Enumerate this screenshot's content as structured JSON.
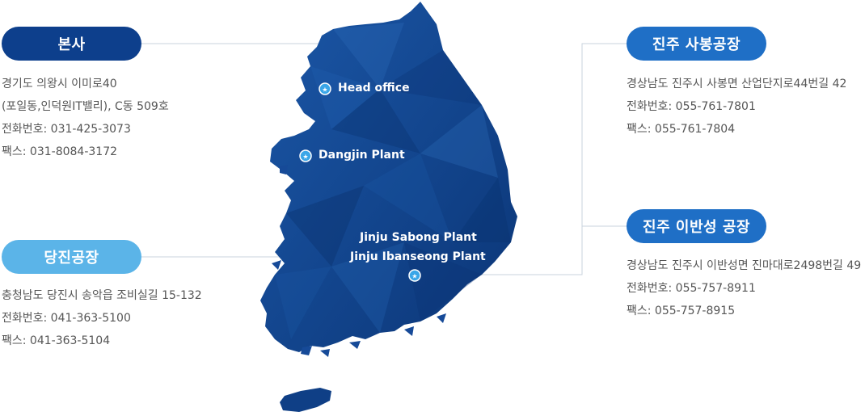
{
  "headquarters": {
    "title": "본사",
    "lines": [
      "경기도 의왕시 이미로40",
      "(포일동,인덕원IT밸리), C동 509호",
      "전화번호: 031-425-3073",
      "팩스: 031-8084-3172"
    ]
  },
  "dangjin": {
    "title": "당진공장",
    "lines": [
      "충청남도 당진시 송악읍 조비실길 15-132",
      "전화번호: 041-363-5100",
      "팩스: 041-363-5104"
    ]
  },
  "jinju_sabong": {
    "title": "진주 사봉공장",
    "lines": [
      "경상남도 진주시 사봉면 산업단지로44번길 42",
      "전화번호: 055-761-7801",
      "팩스: 055-761-7804"
    ]
  },
  "jinju_ibanseong": {
    "title": "진주 이반성 공장",
    "lines": [
      "경상남도 진주시 이반성면 진마대로2498번길 49",
      "전화번호: 055-757-8911",
      "팩스: 055-757-8915"
    ]
  },
  "map_markers": {
    "head_office": "Head office",
    "dangjin_plant": "Dangjin Plant",
    "jinju_sabong_plant": "Jinju Sabong Plant",
    "jinju_ibanseong_plant": "Jinju Ibanseong Plant"
  },
  "colors": {
    "map_dark": "#0b3576",
    "map_mid": "#164a98",
    "map_light": "#2a6bb8",
    "pill_navy": "#0d3f8c",
    "pill_light": "#5bb4e8",
    "pill_blue": "#1f6fc6",
    "marker": "#3aa6e8"
  },
  "icons": {
    "marker": "star-marker-icon"
  }
}
